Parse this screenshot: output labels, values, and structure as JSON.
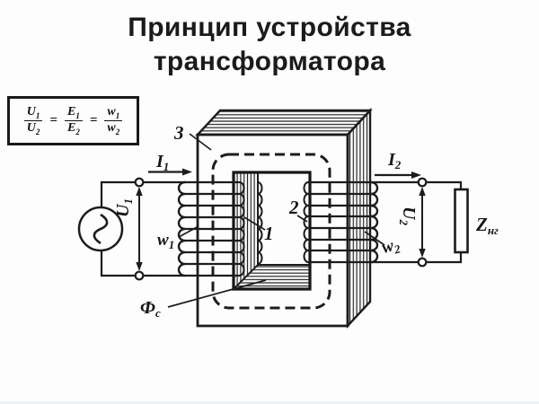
{
  "title": {
    "line1": "Принцип устройства",
    "line2": "трансформатора"
  },
  "formula": {
    "eq": "=",
    "f1": {
      "num": "U",
      "num_sub": "1",
      "den": "U",
      "den_sub": "2"
    },
    "f2": {
      "num": "E",
      "num_sub": "1",
      "den": "E",
      "den_sub": "2"
    },
    "f3": {
      "num": "w",
      "num_sub": "1",
      "den": "w",
      "den_sub": "2"
    }
  },
  "diagram": {
    "i1": {
      "base": "I",
      "sub": "1"
    },
    "u1": {
      "base": "U",
      "sub": "1"
    },
    "w1": {
      "base": "w",
      "sub": "1"
    },
    "i2": {
      "base": "I",
      "sub": "2"
    },
    "u2": {
      "base": "U",
      "sub": "2"
    },
    "w2": {
      "base": "w",
      "sub": "2"
    },
    "flux": {
      "base": "Ф",
      "sub": "с"
    },
    "load": {
      "base": "Z",
      "sub": "нг"
    },
    "callouts": {
      "inner_wall": "1",
      "window": "2",
      "core": "3"
    },
    "icons": {
      "ac_source": "sine-wave"
    }
  },
  "colors": {
    "ink": "#1c1c1c",
    "background": "#fdfdfe"
  }
}
